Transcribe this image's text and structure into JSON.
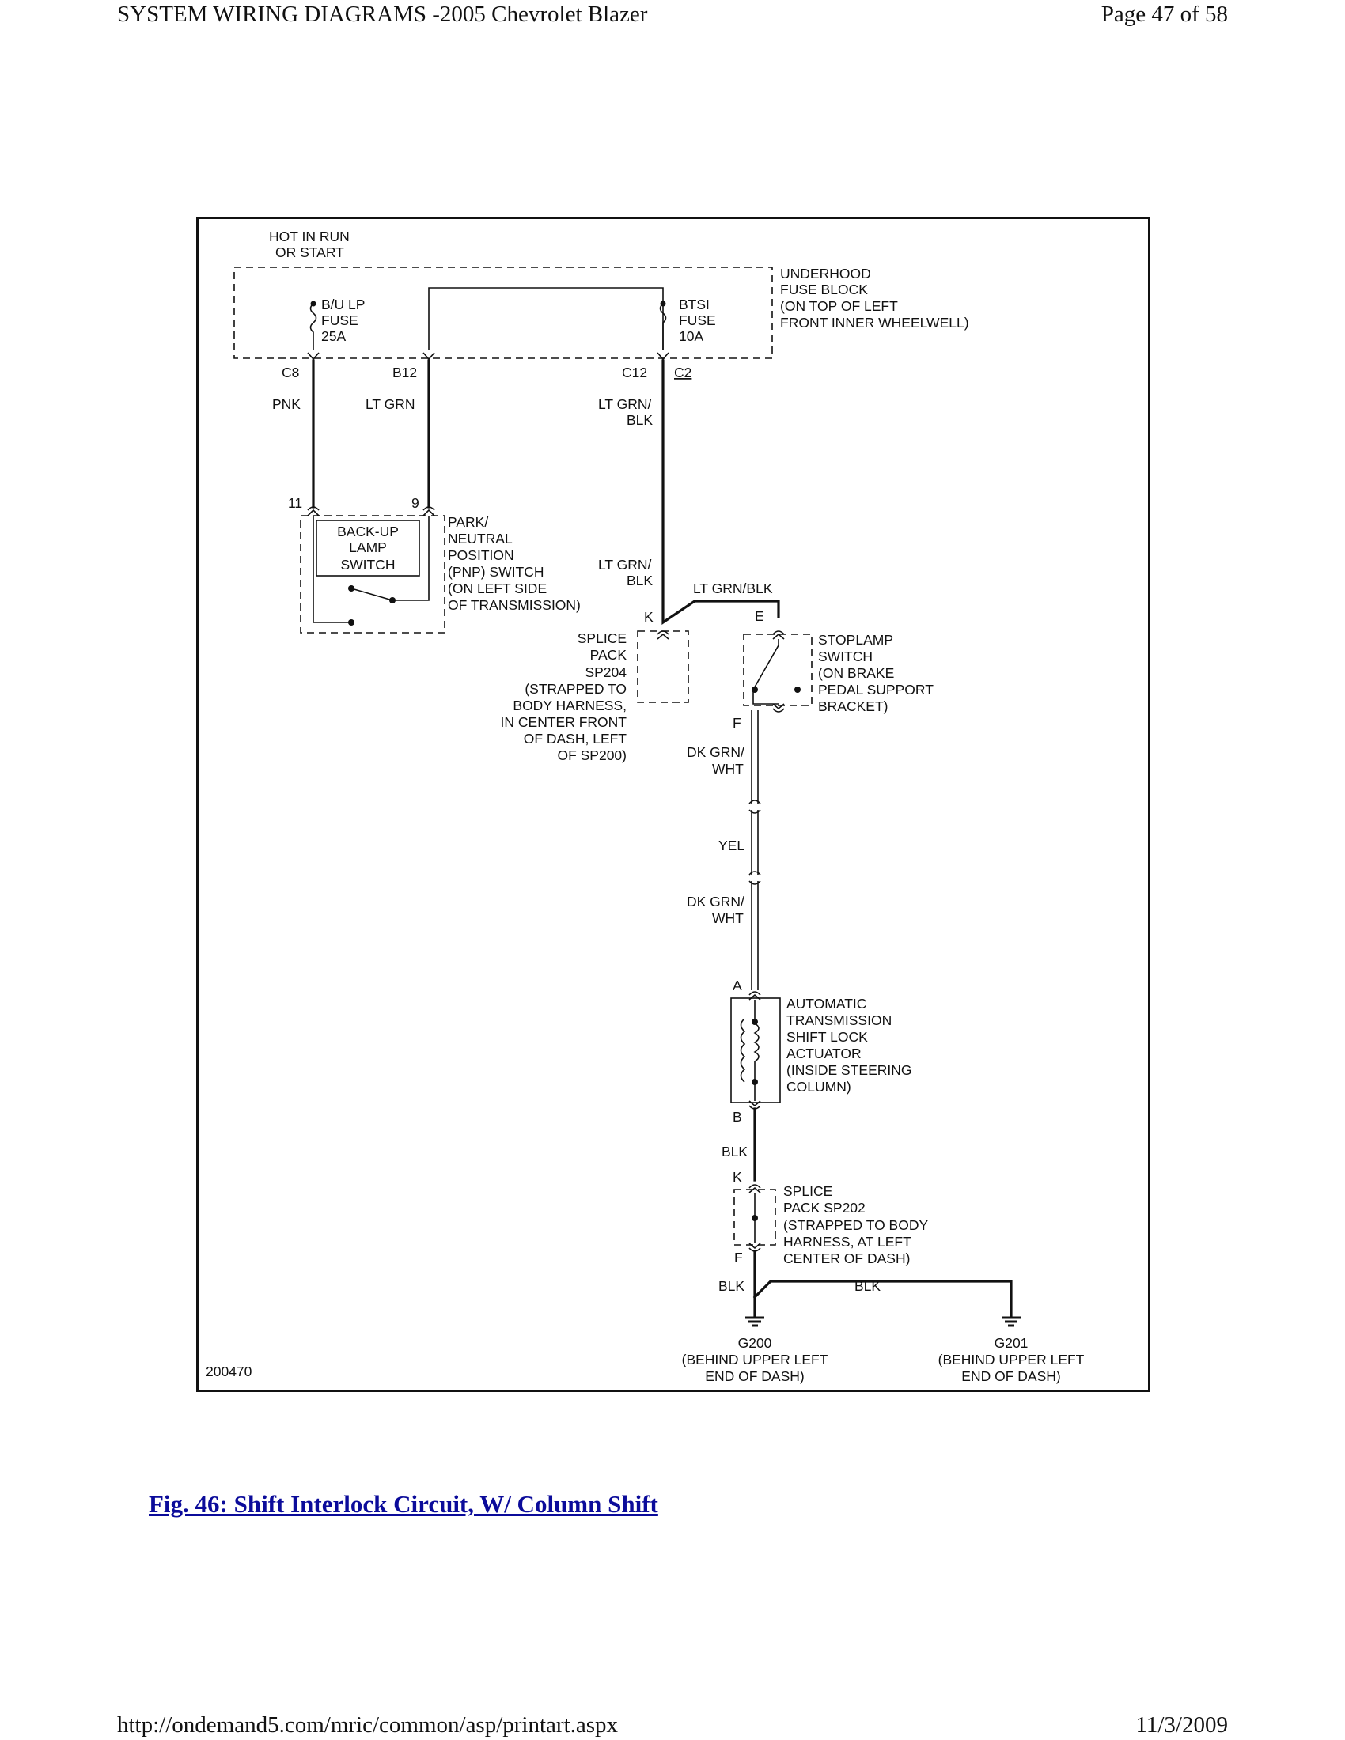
{
  "page": {
    "header_left": "SYSTEM WIRING DIAGRAMS -2005 Chevrolet Blazer",
    "header_right": "Page 47 of 58",
    "footer_left": "http://ondemand5.com/mric/common/asp/printart.aspx",
    "footer_right": "11/3/2009",
    "caption": "Fig. 46: Shift Interlock Circuit, W/ Column Shift"
  },
  "diagram": {
    "figure_id": "200470",
    "power_label": [
      "HOT IN RUN",
      "OR START"
    ],
    "fuse_block_label": [
      "UNDERHOOD",
      "FUSE BLOCK",
      "(ON TOP OF LEFT",
      "FRONT INNER WHEELWELL)"
    ],
    "fuses": [
      {
        "lines": [
          "B/U LP",
          "FUSE",
          "25A"
        ]
      },
      {
        "lines": [
          "BTSI",
          "FUSE",
          "10A"
        ]
      }
    ],
    "fuse_pins": [
      "C8",
      "B12",
      "C12",
      "C2"
    ],
    "wire_colors": {
      "pnk": "PNK",
      "lt_grn": "LT GRN",
      "lt_grn_blk_1": [
        "LT GRN/",
        "BLK"
      ],
      "lt_grn_blk_2": [
        "LT GRN/",
        "BLK"
      ],
      "lt_grn_blk_3": "LT GRN/BLK",
      "dk_grn_wht_1": [
        "DK GRN/",
        "WHT"
      ],
      "yel": "YEL",
      "dk_grn_wht_2": [
        "DK GRN/",
        "WHT"
      ],
      "blk_1": "BLK",
      "blk_2": "BLK",
      "blk_3": "BLK"
    },
    "pnp_pins": [
      "11",
      "9"
    ],
    "backup_switch_label": [
      "BACK-UP",
      "LAMP",
      "SWITCH"
    ],
    "pnp_switch_label": [
      "PARK/",
      "NEUTRAL",
      "POSITION",
      "(PNP) SWITCH",
      "(ON LEFT SIDE",
      "OF TRANSMISSION)"
    ],
    "sp204_pin": "K",
    "sp204_label": [
      "SPLICE",
      "PACK",
      "SP204",
      "(STRAPPED TO",
      "BODY HARNESS,",
      "IN CENTER FRONT",
      "OF DASH, LEFT",
      "OF SP200)"
    ],
    "stoplamp_pins": [
      "E",
      "F"
    ],
    "stoplamp_label": [
      "STOPLAMP",
      "SWITCH",
      "(ON BRAKE",
      "PEDAL SUPPORT",
      "BRACKET)"
    ],
    "actuator_pins": [
      "A",
      "B"
    ],
    "actuator_label": [
      "AUTOMATIC",
      "TRANSMISSION",
      "SHIFT LOCK",
      "ACTUATOR",
      "(INSIDE STEERING",
      "COLUMN)"
    ],
    "sp202_pins": [
      "K",
      "F"
    ],
    "sp202_label": [
      "SPLICE",
      "PACK SP202",
      "(STRAPPED TO BODY",
      "HARNESS, AT LEFT",
      "CENTER OF DASH)"
    ],
    "grounds": [
      {
        "name": "G200",
        "lines": [
          "(BEHIND UPPER LEFT",
          "END OF DASH)"
        ]
      },
      {
        "name": "G201",
        "lines": [
          "(BEHIND UPPER LEFT",
          "END OF DASH)"
        ]
      }
    ]
  }
}
